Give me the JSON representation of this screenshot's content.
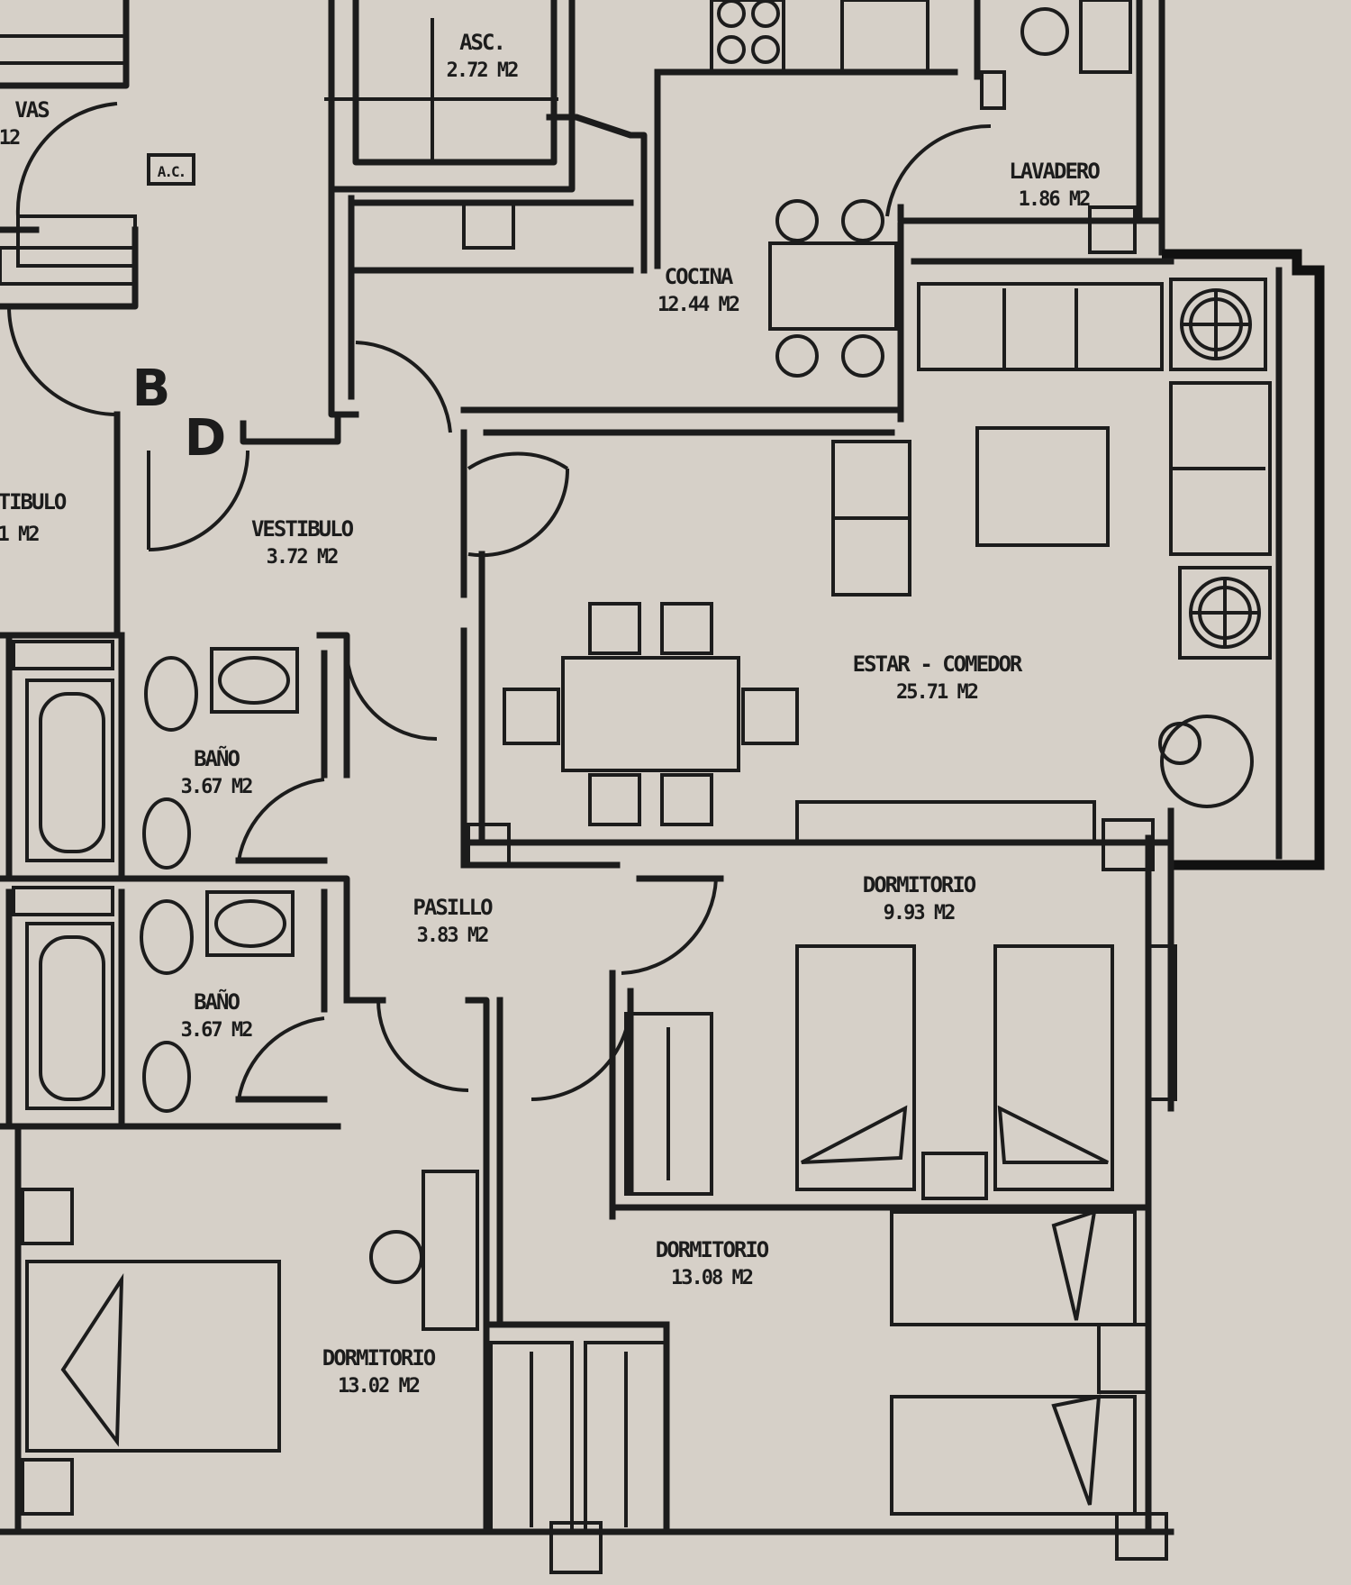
{
  "rooms": {
    "ascensor": {
      "name": "ASC.",
      "area": "2.72 M2"
    },
    "cocina": {
      "name": "COCINA",
      "area": "12.44 M2"
    },
    "lavadero": {
      "name": "LAVADERO",
      "area": "1.86 M2"
    },
    "vestibulo": {
      "name": "VESTIBULO",
      "area": "3.72 M2"
    },
    "estar": {
      "name": "ESTAR - COMEDOR",
      "area": "25.71 M2"
    },
    "bano1": {
      "name": "BAÑO",
      "area": "3.67 M2"
    },
    "bano2": {
      "name": "BAÑO",
      "area": "3.67 M2"
    },
    "pasillo": {
      "name": "PASILLO",
      "area": "3.83 M2"
    },
    "dorm1": {
      "name": "DORMITORIO",
      "area": "9.93 M2"
    },
    "dorm2": {
      "name": "DORMITORIO",
      "area": "13.08 M2"
    },
    "dorm3": {
      "name": "DORMITORIO",
      "area": "13.02 M2"
    }
  },
  "neighbor": {
    "vestibulo_partial": "TIBULO",
    "vestibulo_area_partial": "1 M2",
    "escaleras_partial": "VAS",
    "escaleras_area_partial": "12",
    "ac_tag": "A.C."
  },
  "unit_letters": {
    "block": "B",
    "door": "D"
  }
}
